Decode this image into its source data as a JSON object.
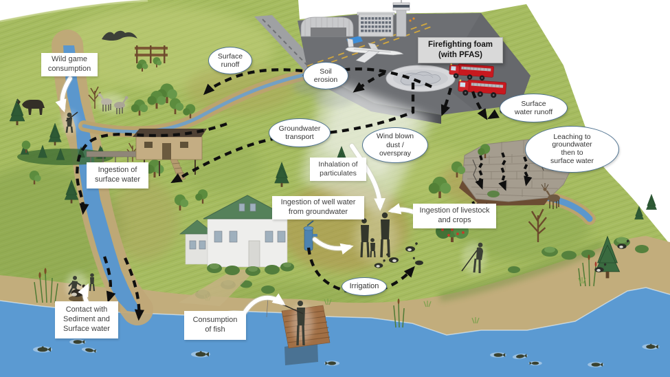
{
  "figure": {
    "type": "illustrated-diagram",
    "description": "Landscape illustration of PFAS movement from airport firefighting foam through soil, groundwater and surface water to people and wildlife"
  },
  "source_label": {
    "text": "Firefighting foam\n(with PFAS)"
  },
  "pathway_bubbles": [
    {
      "id": "surface-runoff",
      "text": "Surface\nrunoff"
    },
    {
      "id": "soil-erosion",
      "text": "Soil\nerosion"
    },
    {
      "id": "groundwater-transport",
      "text": "Groundwater\ntransport"
    },
    {
      "id": "wind-blown-dust",
      "text": "Wind blown\ndust /\noverspray"
    },
    {
      "id": "surface-water-runoff",
      "text": "Surface\nwater runoff"
    },
    {
      "id": "leaching",
      "text": "Leaching to\ngroundwater\nthen to\nsurface water"
    },
    {
      "id": "irrigation",
      "text": "Irrigation"
    }
  ],
  "exposure_labels": [
    {
      "id": "wild-game",
      "text": "Wild game\nconsumption"
    },
    {
      "id": "ingestion-surface-water",
      "text": "Ingestion of\nsurface water"
    },
    {
      "id": "inhalation-particulates",
      "text": "Inhalation of\nparticulates"
    },
    {
      "id": "ingestion-well-water",
      "text": "Ingestion of well water\nfrom groundwater"
    },
    {
      "id": "ingestion-livestock-crops",
      "text": "Ingestion of livestock\nand crops"
    },
    {
      "id": "contact-sediment",
      "text": "Contact with\nSediment and\nSurface water"
    },
    {
      "id": "consumption-of-fish",
      "text": "Consumption\nof fish"
    }
  ],
  "scene_icons": [
    "airport-tarmac",
    "hangar",
    "terminal-building",
    "control-tower",
    "airplane",
    "helipad-foam-spill",
    "fire-truck",
    "mist-overspray",
    "river",
    "runoff-stream",
    "lake",
    "groundwater-cross-section",
    "house",
    "hunting-cabin",
    "well-pump",
    "dock",
    "fisherman",
    "family",
    "gardener",
    "hunter",
    "runner",
    "moose",
    "deer",
    "geese",
    "duck",
    "bird",
    "fish",
    "conifer-tree",
    "deciduous-tree",
    "apple-tree",
    "reeds",
    "dashed-transport-arrow",
    "white-exposure-arrow"
  ],
  "colors": {
    "grass": "#a6bc60",
    "grass_dark": "#7d9a45",
    "grass_light": "#c3cf7d",
    "dry_grass": "#b2914f",
    "sand": "#c2ad7c",
    "water": "#5b9ad2",
    "tarmac": "#6d6f73",
    "tarmac_side": "#4b4d51",
    "runway_line": "#d2a83f",
    "truck_red": "#c8191f",
    "roof_green": "#55815a",
    "wall_gray": "#a59d8f",
    "bubble_border": "#4e7290",
    "label_text": "#3d3d3d",
    "foam_label_bg": "#d9d9d9",
    "arrow_black": "#0f0f0f",
    "arrow_white": "#ffffff",
    "silhouette": "#33362c"
  }
}
